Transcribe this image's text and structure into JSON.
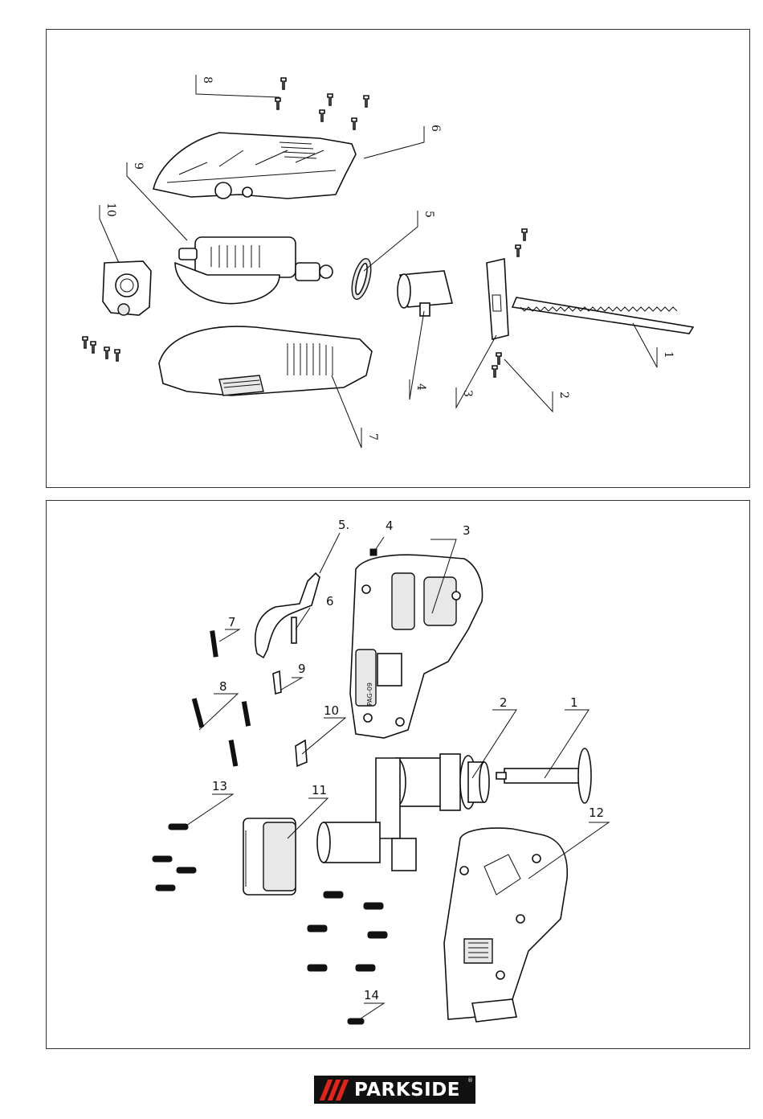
{
  "top_figure": {
    "callouts": [
      "1",
      "2",
      "3",
      "4",
      "5",
      "6",
      "7",
      "8",
      "9",
      "10"
    ]
  },
  "bottom_figure": {
    "callouts": [
      "1",
      "2",
      "3",
      "4",
      "5.",
      "6",
      "7",
      "8",
      "9",
      "10",
      "11",
      "12",
      "13",
      "14"
    ],
    "housing_marking": "PAG-09"
  },
  "brand": {
    "name": "PARKSIDE",
    "registered": "®",
    "colors": {
      "slashes": "#e2231a",
      "background": "#111111",
      "text": "#ffffff"
    }
  }
}
